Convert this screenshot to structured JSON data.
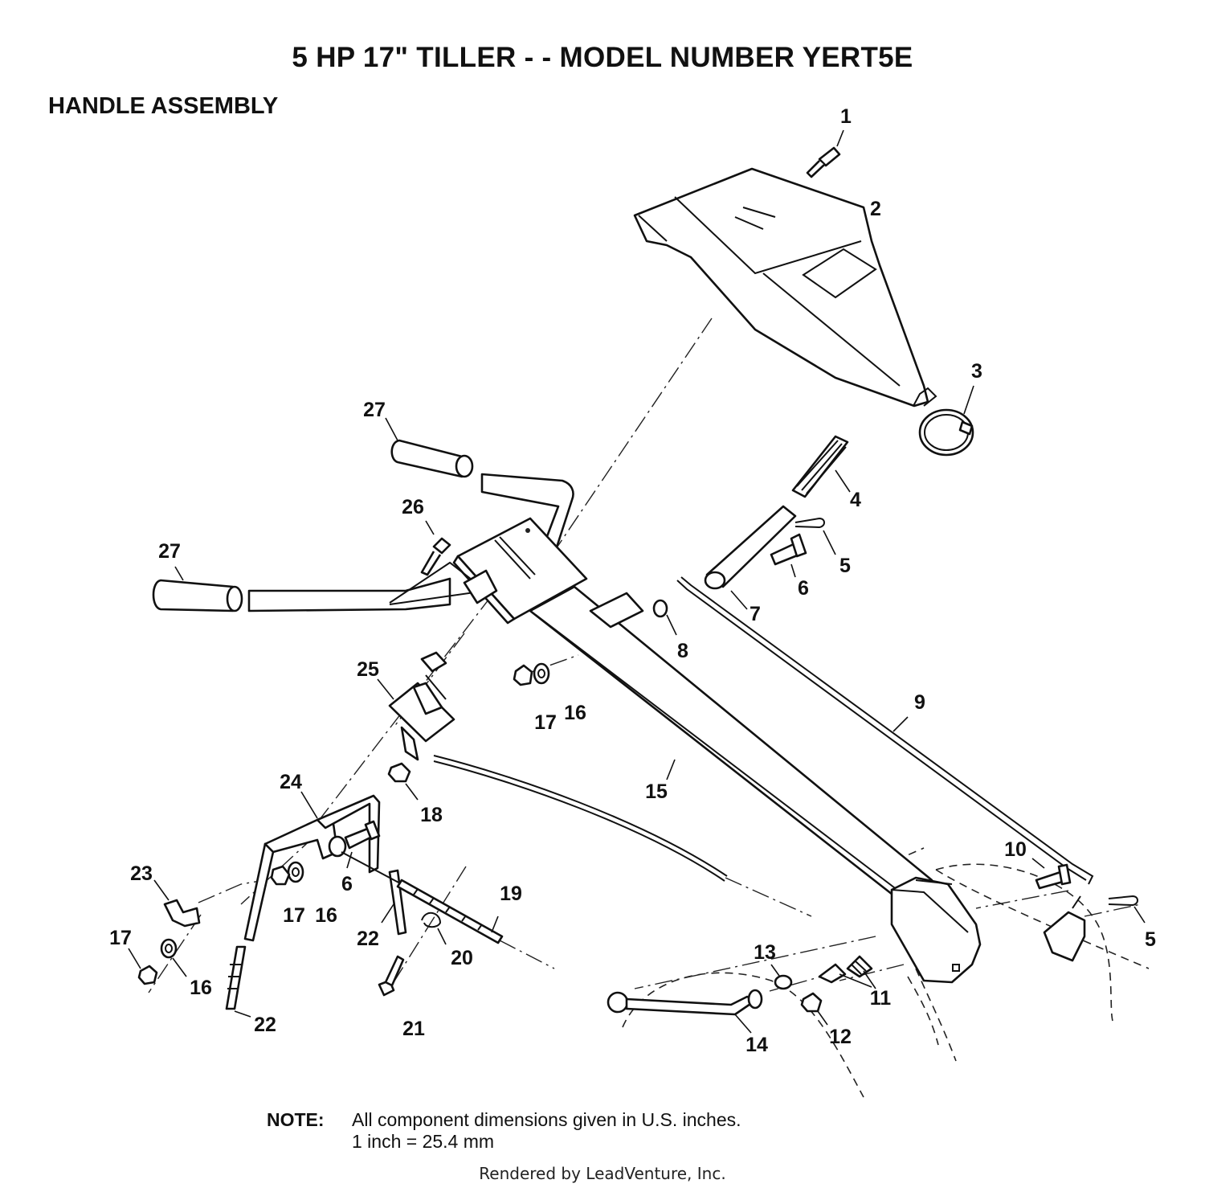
{
  "header": {
    "title": "5 HP 17\" TILLER - - MODEL NUMBER YERT5E",
    "subtitle": "HANDLE ASSEMBLY"
  },
  "callouts": [
    {
      "id": "c1",
      "label": "1"
    },
    {
      "id": "c2",
      "label": "2"
    },
    {
      "id": "c3",
      "label": "3"
    },
    {
      "id": "c4",
      "label": "4"
    },
    {
      "id": "c5a",
      "label": "5"
    },
    {
      "id": "c5b",
      "label": "5"
    },
    {
      "id": "c6a",
      "label": "6"
    },
    {
      "id": "c6b",
      "label": "6"
    },
    {
      "id": "c7",
      "label": "7"
    },
    {
      "id": "c8",
      "label": "8"
    },
    {
      "id": "c9",
      "label": "9"
    },
    {
      "id": "c10",
      "label": "10"
    },
    {
      "id": "c11",
      "label": "11"
    },
    {
      "id": "c12",
      "label": "12"
    },
    {
      "id": "c13",
      "label": "13"
    },
    {
      "id": "c14",
      "label": "14"
    },
    {
      "id": "c15",
      "label": "15"
    },
    {
      "id": "c16a",
      "label": "16"
    },
    {
      "id": "c16b",
      "label": "16"
    },
    {
      "id": "c16c",
      "label": "16"
    },
    {
      "id": "c17a",
      "label": "17"
    },
    {
      "id": "c17b",
      "label": "17"
    },
    {
      "id": "c17c",
      "label": "17"
    },
    {
      "id": "c18",
      "label": "18"
    },
    {
      "id": "c19",
      "label": "19"
    },
    {
      "id": "c20",
      "label": "20"
    },
    {
      "id": "c21",
      "label": "21"
    },
    {
      "id": "c22a",
      "label": "22"
    },
    {
      "id": "c22b",
      "label": "22"
    },
    {
      "id": "c23",
      "label": "23"
    },
    {
      "id": "c24",
      "label": "24"
    },
    {
      "id": "c25",
      "label": "25"
    },
    {
      "id": "c26",
      "label": "26"
    },
    {
      "id": "c27a",
      "label": "27"
    },
    {
      "id": "c27b",
      "label": "27"
    }
  ],
  "note": {
    "label": "NOTE:",
    "line1": "All component dimensions given in U.S. inches.",
    "line2": "1 inch = 25.4 mm"
  },
  "footer": {
    "rendered_by": "Rendered by LeadVenture, Inc."
  }
}
